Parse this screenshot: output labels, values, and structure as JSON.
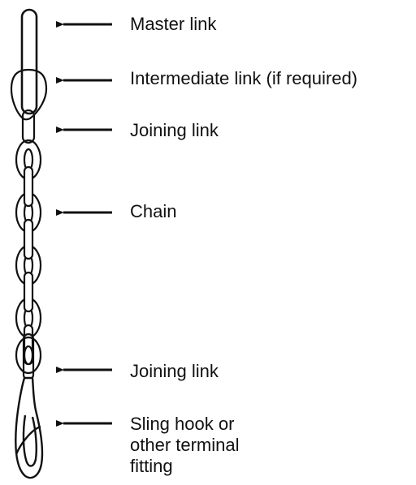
{
  "labels": {
    "master_link": "Master link",
    "intermediate_link": "Intermediate link (if required)",
    "joining_link_top": "Joining link",
    "chain": "Chain",
    "joining_link_bottom": "Joining link",
    "terminal_fitting": {
      "line1": "Sling hook or",
      "line2": "other terminal",
      "line3": "fitting"
    }
  },
  "icons": {
    "pointer": "arrow-left-icon"
  }
}
